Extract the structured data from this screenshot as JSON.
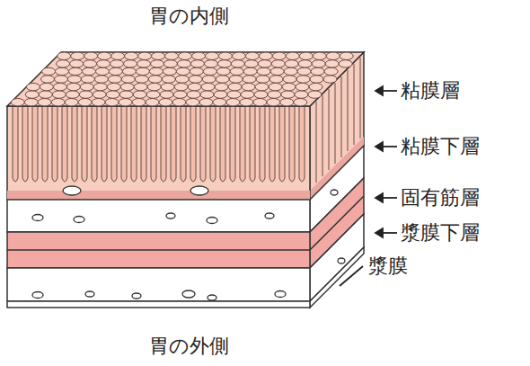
{
  "diagram": {
    "labels": [
      "胃の内側",
      "粘膜層",
      "粘膜下層",
      "固有筋層",
      "漿膜下層",
      "漿膜",
      "胃の外側"
    ]
  }
}
